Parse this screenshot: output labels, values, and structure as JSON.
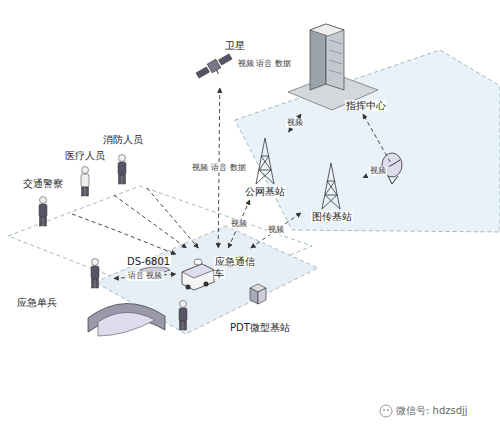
{
  "diagram": {
    "nodes": [
      {
        "text": [
          "卫星"
        ]
      },
      {
        "text": [
          "指挥中心"
        ]
      },
      {
        "text": [
          "公网基站"
        ]
      },
      {
        "text": [
          "图传基站"
        ]
      },
      {
        "text": [
          "消防人员"
        ]
      },
      {
        "text": [
          "医疗人员"
        ]
      },
      {
        "text": [
          "交通警察"
        ]
      },
      {
        "text": [
          "DS-6801"
        ]
      },
      {
        "text": [
          "应急通信 车"
        ]
      },
      {
        "text": [
          "PDT微型基站"
        ]
      },
      {
        "text": [
          "应急单兵"
        ]
      }
    ],
    "edges": [
      {
        "from": 0,
        "to": 1,
        "label": "视频 语音 数据",
        "arrow": "both"
      },
      {
        "from": 0,
        "to": 8,
        "label": "视频 语音 数据",
        "arrow": "both"
      },
      {
        "from": 2,
        "to": 1,
        "label": "视频",
        "arrow": "both"
      },
      {
        "from": 3,
        "to": 1,
        "label": "视频",
        "arrow": "both"
      },
      {
        "from": 8,
        "to": 2,
        "label": "视频",
        "arrow": "both"
      },
      {
        "from": 8,
        "to": 3,
        "label": "视频",
        "arrow": "both"
      },
      {
        "from": 10,
        "to": 8,
        "label": "语音 视频",
        "arrow": "both"
      },
      {
        "from": 4,
        "to": 8,
        "arrow": "to"
      },
      {
        "from": 5,
        "to": 8,
        "arrow": "to"
      },
      {
        "from": 6,
        "to": 8,
        "arrow": "to"
      }
    ],
    "labels": [
      "微信号: hdzsdjj"
    ]
  }
}
